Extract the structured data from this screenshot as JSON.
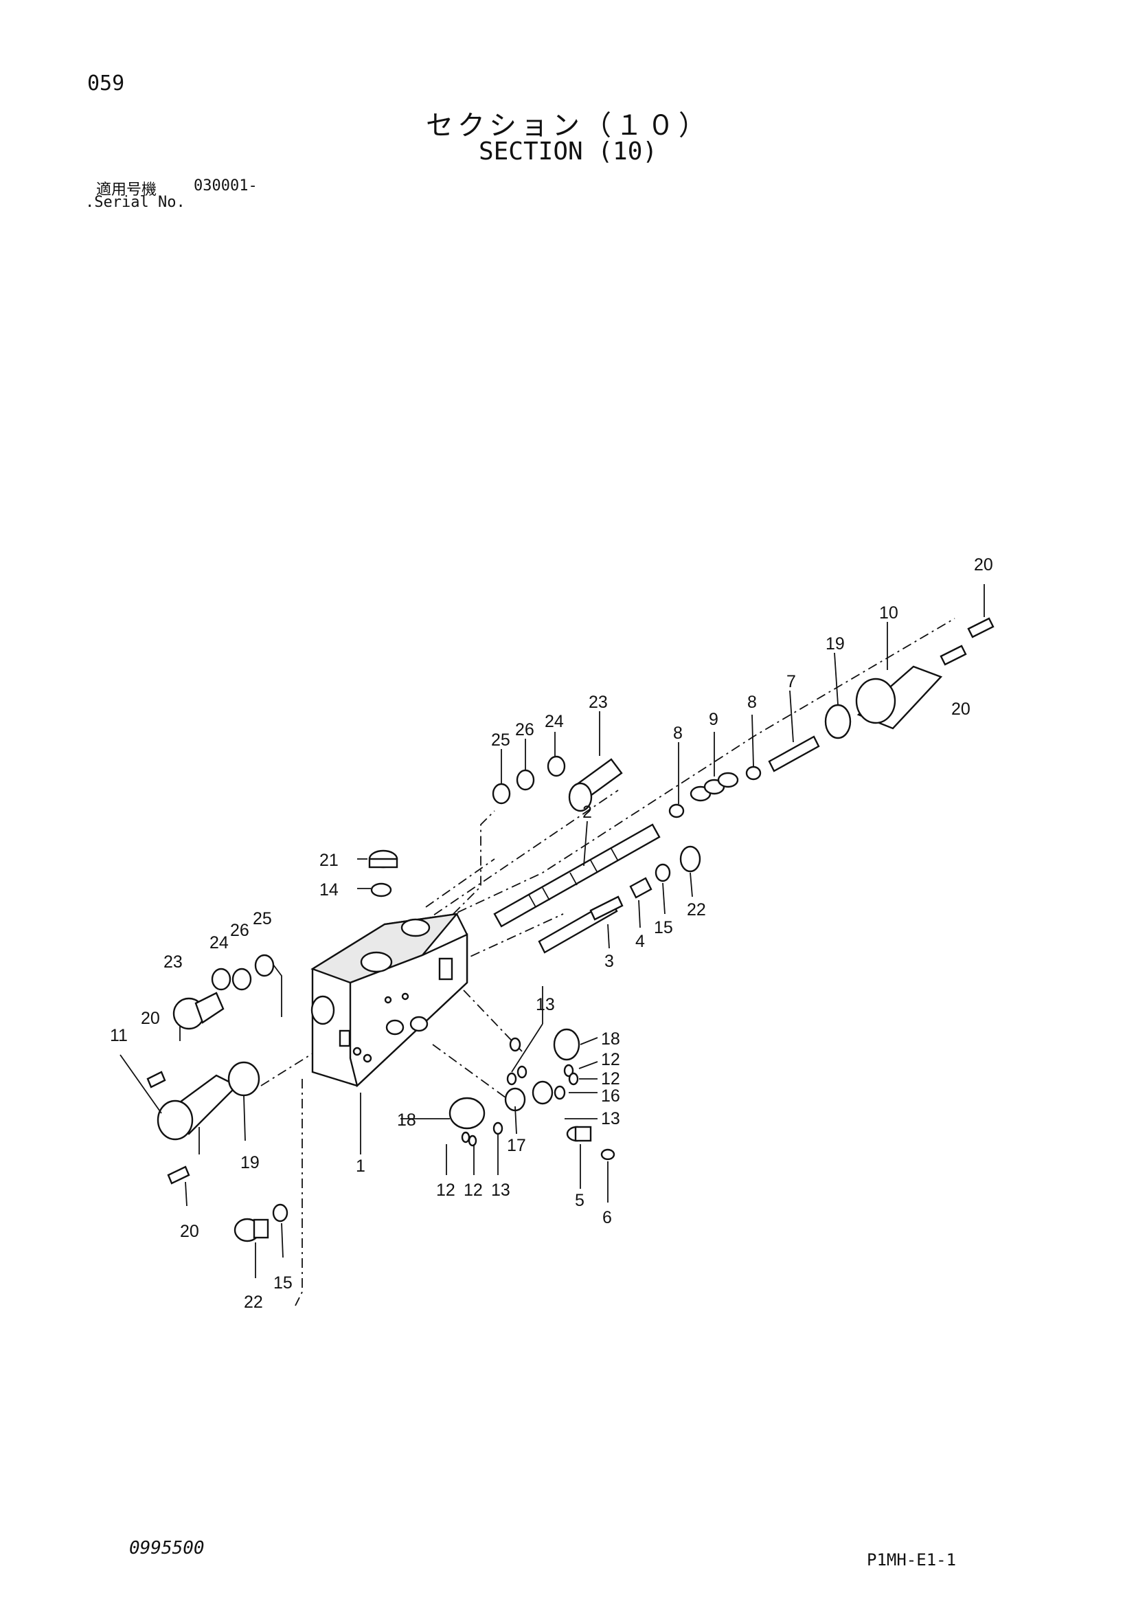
{
  "header": {
    "page_number": "059",
    "title_jp": "セクション（１０）",
    "title_en": "SECTION (10)",
    "serial_label_jp": "適用号機",
    "serial_value": "030001-",
    "serial_label_en": ".Serial No."
  },
  "footer": {
    "drawing_number": "0995500",
    "reference_code": "P1MH-E1-1"
  },
  "callouts": [
    "1",
    "2",
    "3",
    "4",
    "5",
    "6",
    "7",
    "8",
    "8",
    "9",
    "10",
    "11",
    "12",
    "12",
    "12",
    "12",
    "13",
    "13",
    "13",
    "14",
    "15",
    "15",
    "16",
    "17",
    "18",
    "18",
    "19",
    "19",
    "20",
    "20",
    "20",
    "20",
    "21",
    "22",
    "22",
    "23",
    "23",
    "24",
    "24",
    "25",
    "25",
    "26",
    "26"
  ]
}
